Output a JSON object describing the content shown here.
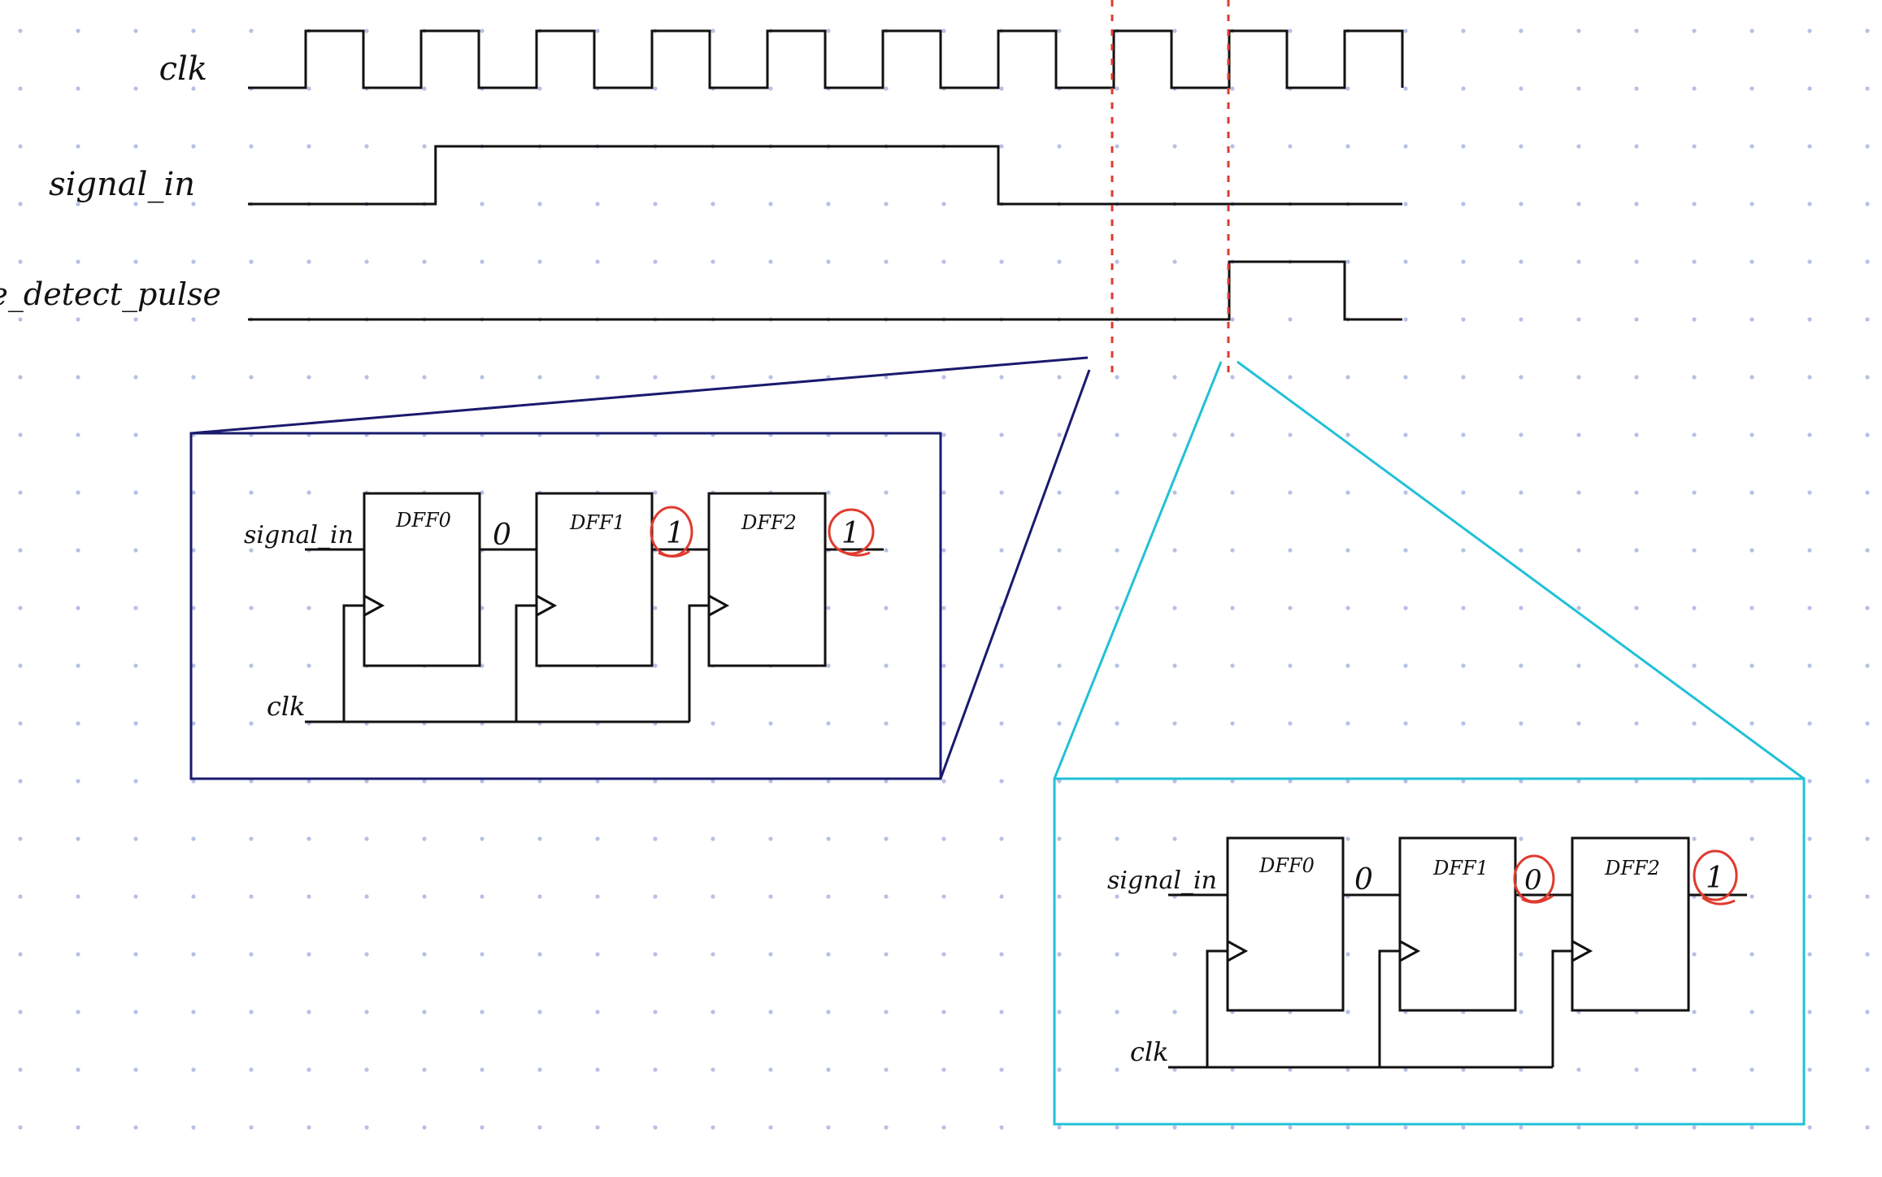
{
  "waveform": {
    "signals": [
      {
        "name": "clk",
        "kind": "clock",
        "cycles": 10
      },
      {
        "name": "signal_in",
        "kind": "level",
        "high_from_cycle": 1.625,
        "high_to_cycle": 6.5
      },
      {
        "name": "edge_detect_pulse",
        "kind": "level",
        "high_from_cycle": 8.5,
        "high_to_cycle": 9.5
      }
    ],
    "markers": [
      {
        "name": "marker-1",
        "color": "#e03a2e",
        "at_cycle": 7.5
      },
      {
        "name": "marker-2",
        "color": "#e03a2e",
        "at_cycle": 8.5
      }
    ]
  },
  "zoom_panels": [
    {
      "name": "left",
      "color": "#1a1a6e",
      "input_label": "signal_in",
      "clk_label": "clk",
      "dffs": [
        "DFF0",
        "DFF1",
        "DFF2"
      ],
      "outputs": [
        "0",
        "1",
        "1"
      ],
      "circled_outputs": [
        false,
        true,
        true
      ]
    },
    {
      "name": "right",
      "color": "#22c0d8",
      "input_label": "signal_in",
      "clk_label": "clk",
      "dffs": [
        "DFF0",
        "DFF1",
        "DFF2"
      ],
      "outputs": [
        "0",
        "0",
        "1"
      ],
      "circled_outputs": [
        false,
        true,
        true
      ]
    }
  ],
  "colors": {
    "dot_grid": "#b7c0e6",
    "ink": "#111111",
    "circle": "#e03a2e"
  }
}
